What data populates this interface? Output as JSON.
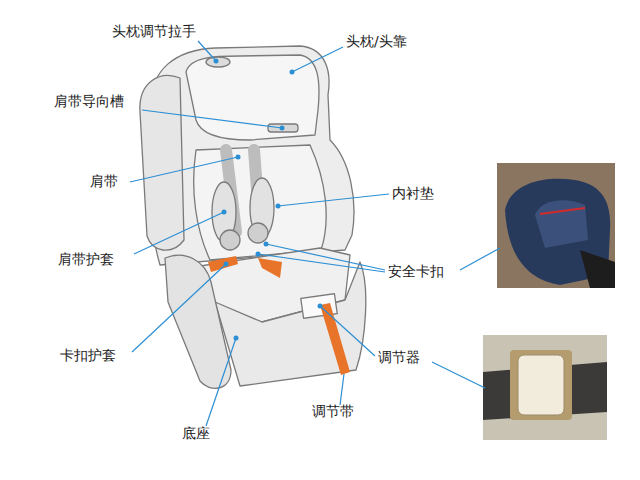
{
  "diagram": {
    "labels": [
      "头枕调节拉手",
      "头枕/头靠",
      "肩带导向槽",
      "肩带",
      "内衬垫",
      "肩带护套",
      "安全卡扣",
      "卡扣护套",
      "调节器",
      "调节带",
      "底座"
    ]
  }
}
